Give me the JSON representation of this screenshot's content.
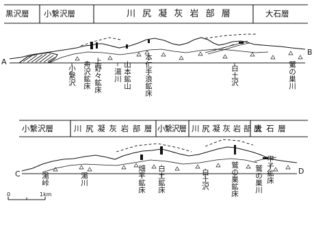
{
  "section1": {
    "formations": [
      "黒沢層",
      "小繋沢層",
      "川 尻 凝 灰 岩 部 層",
      "大石層"
    ],
    "end_left": "A",
    "end_right": "B",
    "localities": [
      "小繋沢",
      "舟沢鉱床",
      "上野々鉱床",
      "湯川",
      "山本鉱山",
      "本仁手浪鉱床",
      "白土沢",
      "鷲の巣川"
    ]
  },
  "section2": {
    "formations": [
      "小繋沢層",
      "川 尻 凝 灰 岩 部 層",
      "小繋沢層",
      "川 尻 凝 灰 岩 部 層",
      "大 石 層"
    ],
    "end_left": "C",
    "end_right": "D",
    "localities": [
      "湯峠",
      "湯川",
      "畑平鉱床",
      "白土鉱床",
      "白土沢",
      "鷲の巣鉱床",
      "鷲の巣川",
      "甲子鉱床"
    ]
  },
  "scale": {
    "start": "0",
    "end": "1km"
  }
}
